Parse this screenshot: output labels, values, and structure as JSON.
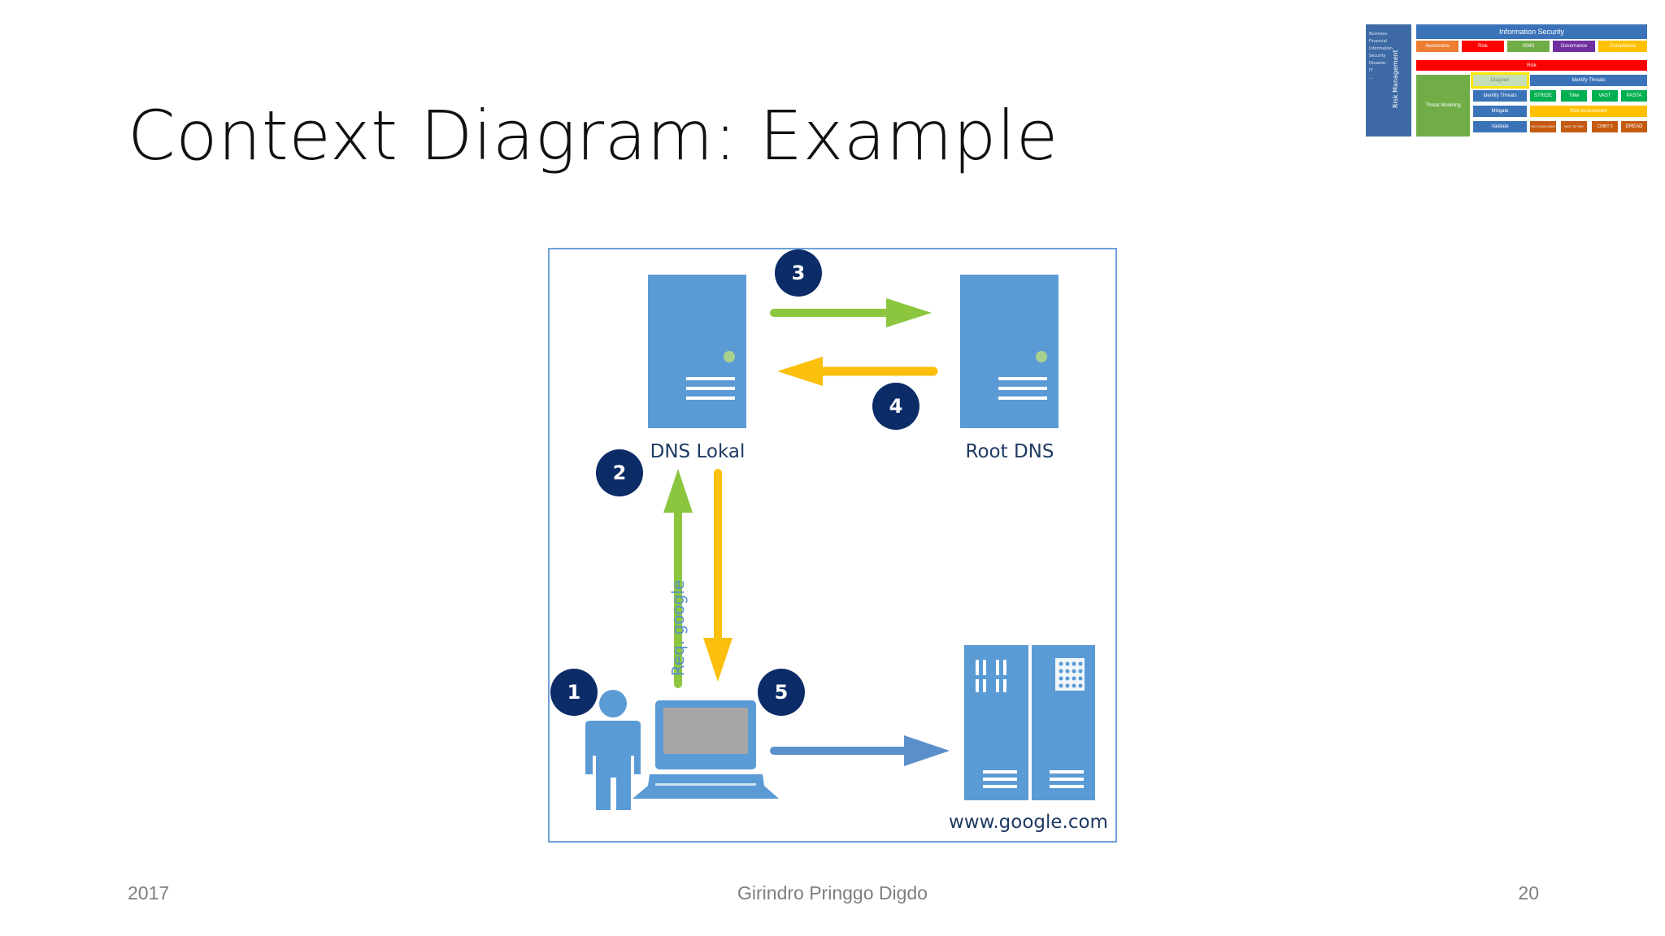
{
  "slide": {
    "title": "Context Diagram: Example",
    "footer_left": "2017",
    "footer_center": "Girindro Pringgo Digdo",
    "footer_right": "20"
  },
  "diagram": {
    "labels": {
      "dns_local": "DNS Lokal",
      "root_dns": "Root DNS",
      "google": "www.google.com",
      "request": "Req. google"
    },
    "steps": [
      "1",
      "2",
      "3",
      "4",
      "5"
    ],
    "colors": {
      "server_blue": "#5b9bd5",
      "badge_navy": "#0c2c67",
      "arrow_green": "#8cc63f",
      "arrow_yellow": "#fbbf0d",
      "arrow_blue": "#5b8fcb"
    },
    "icons": [
      "dns-lokal-server-icon",
      "root-dns-server-icon",
      "user-icon",
      "laptop-icon",
      "google-server-rack-icon"
    ]
  },
  "thumbnail": {
    "header": "Information Security",
    "sidebar_label": "Risk Management",
    "sidebar_items": [
      "Business",
      "Financial",
      "Information Security",
      "Disaster",
      "IT",
      "..."
    ],
    "row1": [
      "Awareness",
      "Risk",
      "ISMS",
      "Governance",
      "Compliance"
    ],
    "risk_bar": "Risk",
    "threat_modeling": "Threat Modeling",
    "steps": [
      "Diagram",
      "Identify Threats",
      "Mitigate",
      "Validate"
    ],
    "identify_threats_header": "Identify Threats",
    "identify_methods": [
      "STRIDE",
      "Trike",
      "VAST",
      "PASTA"
    ],
    "risk_assessment": "Risk Assessment",
    "risk_methods": [
      "ISO 31000:2009",
      "NIST SP 800",
      "COBIT 5",
      "DREAD"
    ]
  }
}
